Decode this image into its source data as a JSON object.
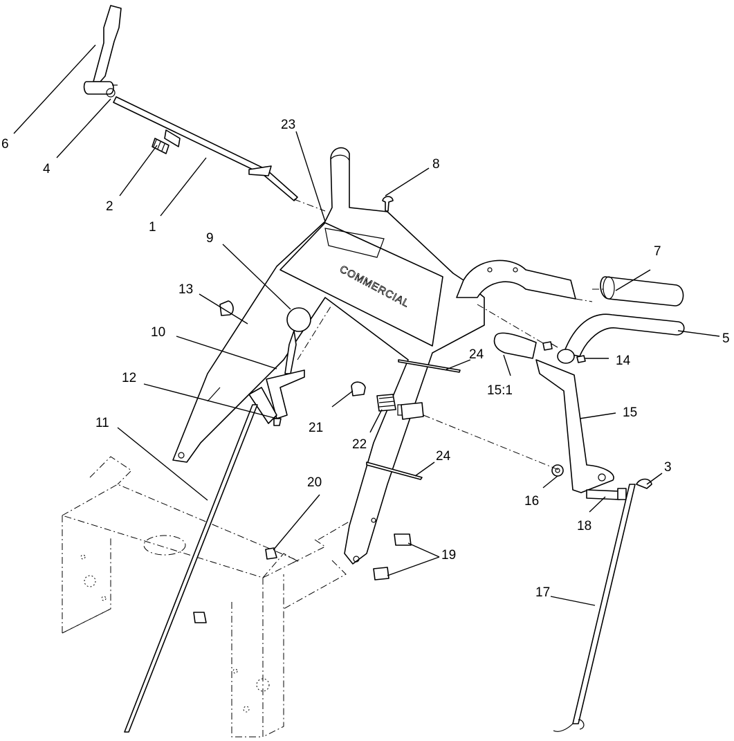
{
  "decal": {
    "text": "COMMERCIAL"
  },
  "callouts": [
    {
      "id": "c1",
      "label": "1"
    },
    {
      "id": "c2",
      "label": "2"
    },
    {
      "id": "c3",
      "label": "3"
    },
    {
      "id": "c4",
      "label": "4"
    },
    {
      "id": "c5",
      "label": "5"
    },
    {
      "id": "c6",
      "label": "6"
    },
    {
      "id": "c7",
      "label": "7"
    },
    {
      "id": "c8",
      "label": "8"
    },
    {
      "id": "c9",
      "label": "9"
    },
    {
      "id": "c10",
      "label": "10"
    },
    {
      "id": "c11",
      "label": "11"
    },
    {
      "id": "c12",
      "label": "12"
    },
    {
      "id": "c13",
      "label": "13"
    },
    {
      "id": "c14",
      "label": "14"
    },
    {
      "id": "c15",
      "label": "15"
    },
    {
      "id": "c151",
      "label": "15:1"
    },
    {
      "id": "c16",
      "label": "16"
    },
    {
      "id": "c17",
      "label": "17"
    },
    {
      "id": "c18",
      "label": "18"
    },
    {
      "id": "c19",
      "label": "19"
    },
    {
      "id": "c20",
      "label": "20"
    },
    {
      "id": "c21",
      "label": "21"
    },
    {
      "id": "c22",
      "label": "22"
    },
    {
      "id": "c23",
      "label": "23"
    },
    {
      "id": "c24a",
      "label": "24"
    },
    {
      "id": "c24b",
      "label": "24"
    }
  ]
}
